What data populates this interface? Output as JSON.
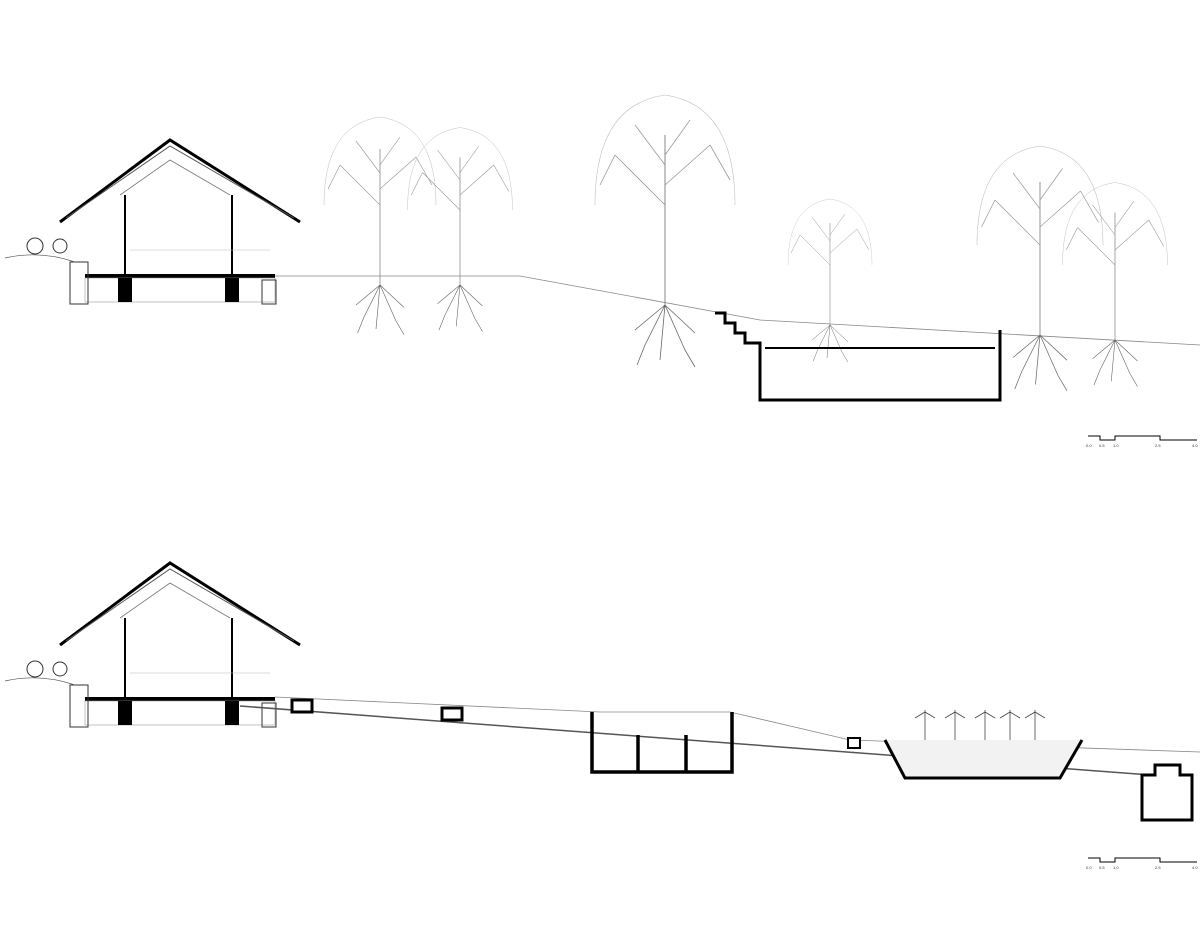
{
  "colors": {
    "line": "#000000",
    "thin": "#888888"
  },
  "scale_bar_top": {
    "labels": [
      "0.0",
      "0.5",
      "1.0",
      "2.5",
      "4.0"
    ]
  },
  "scale_bar_bottom": {
    "labels": [
      "0.0",
      "0.5",
      "1.0",
      "2.5",
      "4.0"
    ]
  }
}
